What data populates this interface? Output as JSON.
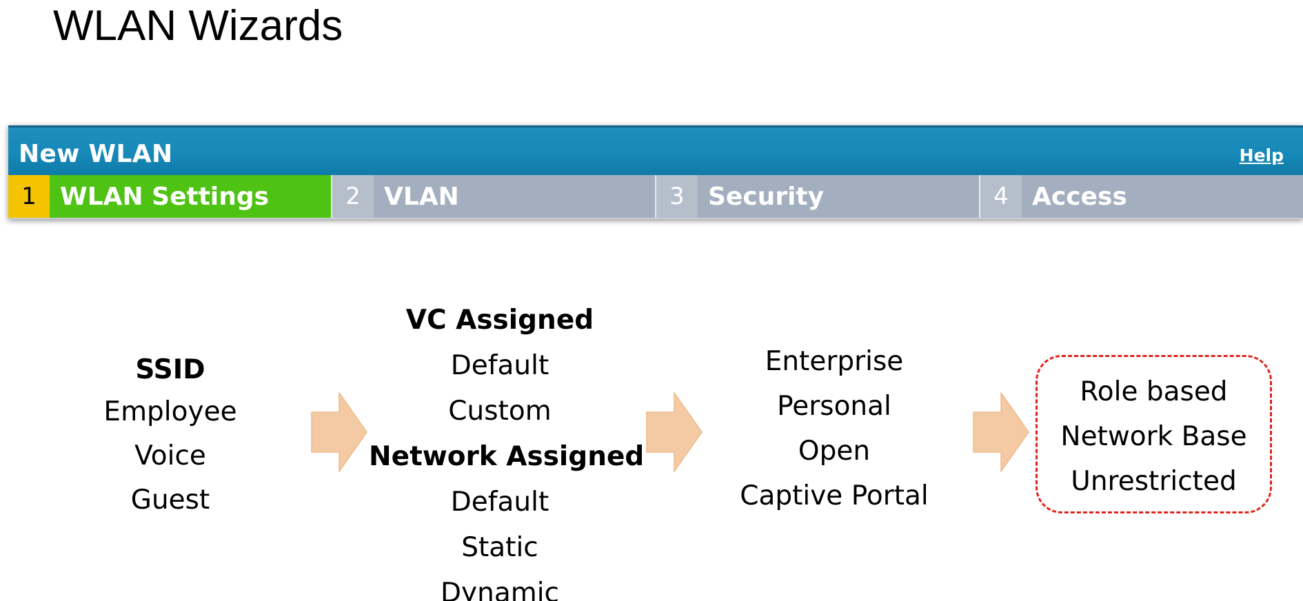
{
  "page": {
    "title": "WLAN Wizards"
  },
  "wizard": {
    "title": "New WLAN",
    "help_label": "Help",
    "steps": [
      {
        "number": "1",
        "label": "WLAN Settings",
        "active": true
      },
      {
        "number": "2",
        "label": "VLAN",
        "active": false
      },
      {
        "number": "3",
        "label": "Security",
        "active": false
      },
      {
        "number": "4",
        "label": "Access",
        "active": false
      }
    ],
    "colors": {
      "header": "#1789b9",
      "active_step_label": "#4ec313",
      "active_step_number": "#f5c400",
      "inactive_step": "#a3afbf"
    }
  },
  "diagram": {
    "ssid": {
      "heading": "SSID",
      "items": [
        "Employee",
        "Voice",
        "Guest"
      ]
    },
    "vlan": {
      "vc_heading": "VC Assigned",
      "vc_items": [
        "Default",
        "Custom"
      ],
      "network_heading": "Network Assigned",
      "network_items": [
        "Default",
        "Static",
        "Dynamic"
      ]
    },
    "security": {
      "items": [
        "Enterprise",
        "Personal",
        "Open",
        "Captive Portal"
      ]
    },
    "access": {
      "items": [
        "Role based",
        "Network Base",
        "Unrestricted"
      ],
      "border_color": "#e0221b"
    },
    "arrow_color": "#f3caa3",
    "arrow_icon": "right-arrow-icon"
  }
}
